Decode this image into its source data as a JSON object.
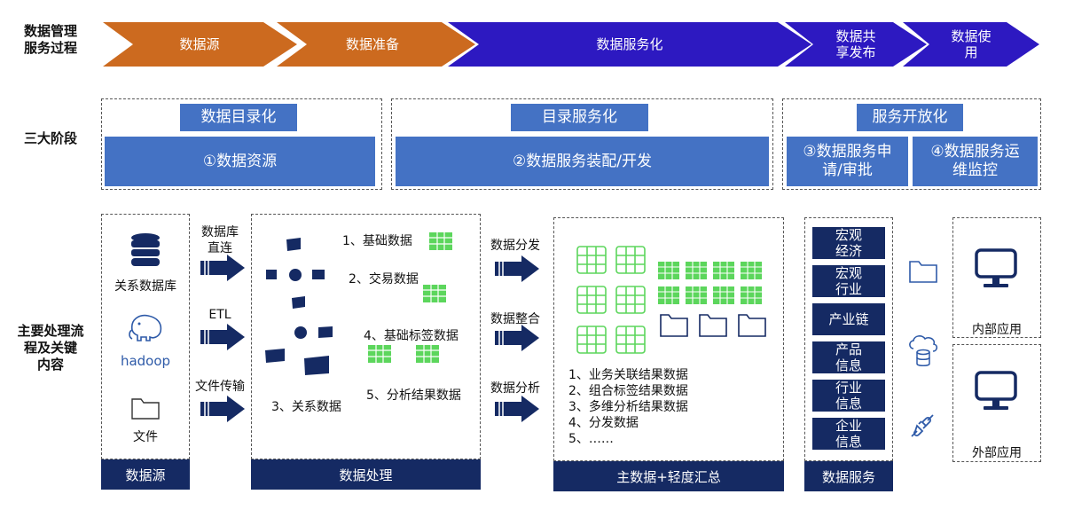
{
  "process": {
    "label": "数据管理\n服务过程",
    "steps": [
      "数据源",
      "数据准备",
      "数据服务化",
      "数据共\n享发布",
      "数据使\n用"
    ]
  },
  "stages": {
    "label": "三大阶段",
    "groups": [
      {
        "title": "数据目录化",
        "items": [
          "①数据资源"
        ]
      },
      {
        "title": "目录服务化",
        "items": [
          "②数据服务装配/开发"
        ]
      },
      {
        "title": "服务开放化",
        "items": [
          "③数据服务申\n请/审批",
          "④数据服务运\n维监控"
        ]
      }
    ]
  },
  "main": {
    "label": "主要处理流\n程及关键\n内容",
    "sources": {
      "items": [
        "关系数据库",
        "hadoop",
        "文件"
      ],
      "footer": "数据源"
    },
    "ingest": [
      "数据库\n直连",
      "ETL",
      "文件传输"
    ],
    "processing": {
      "labels": [
        "1、基础数据",
        "2、交易数据",
        "4、基础标签数据",
        "3、关系数据",
        "5、分析结果数据"
      ],
      "footer": "数据处理"
    },
    "actions": [
      "数据分发",
      "数据整合",
      "数据分析"
    ],
    "master": {
      "list": [
        "1、业务关联结果数据",
        "2、组合标签结果数据",
        "3、多维分析结果数据",
        "4、分发数据",
        "5、……"
      ],
      "footer": "主数据+轻度汇总"
    },
    "services": {
      "items": [
        "宏观\n经济",
        "宏观\n行业",
        "产业链",
        "产品\n信息",
        "行业\n信息",
        "企业\n信息"
      ],
      "footer": "数据服务"
    },
    "apps": [
      "内部应用",
      "外部应用"
    ]
  },
  "colors": {
    "orange": "#cc6a1f",
    "indigo": "#2d19c1",
    "blue": "#4472c4",
    "navy": "#152a63",
    "green": "#5cd65c"
  }
}
